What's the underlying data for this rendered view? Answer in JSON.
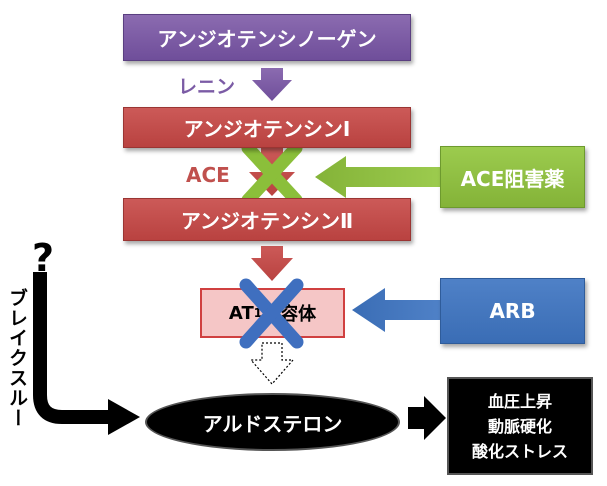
{
  "nodes": {
    "angiotensinogen": "アンジオテンシノーゲン",
    "renin": "レニン",
    "angiotensin1": "アンジオテンシンⅠ",
    "ace": "ACE",
    "ace_inhibitor": "ACE阻害薬",
    "angiotensin2": "アンジオテンシンⅡ",
    "at1_main": "AT",
    "at1_sub": "1",
    "at1_rest": "受容体",
    "arb": "ARB",
    "aldosterone": "アルドステロン",
    "question": "?",
    "breakthrough": "ブレイクスルー",
    "effects": [
      "血圧上昇",
      "動脈硬化",
      "酸化ストレス"
    ]
  },
  "colors": {
    "purple": "#7b5ba5",
    "red": "#c0504d",
    "green": "#8dbf42",
    "blue": "#4472c4",
    "x_mark": "#8bbf3a",
    "x_mark_arb": "#3f6fbf"
  }
}
